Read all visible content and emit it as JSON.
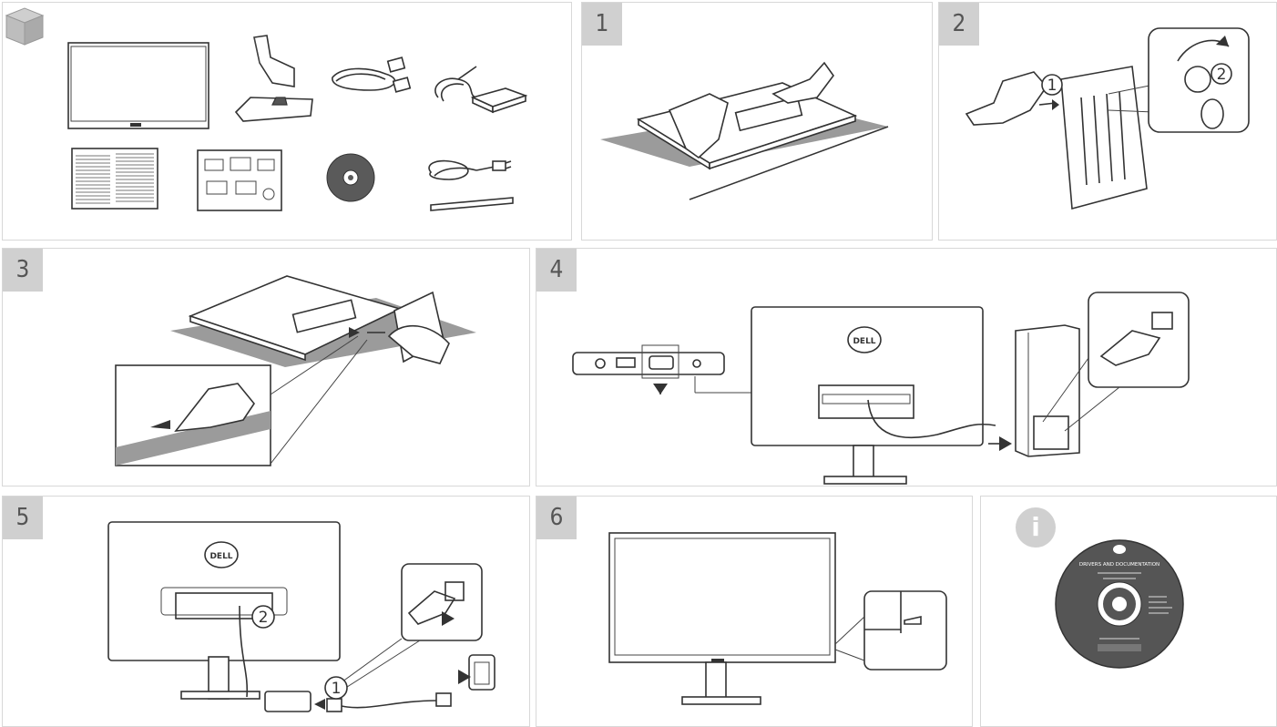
{
  "steps": {
    "box_icon": "box-icon",
    "s1": "1",
    "s2": "2",
    "s3": "3",
    "s4": "4",
    "s5": "5",
    "s6": "6",
    "info": "i"
  },
  "callouts": {
    "step2_one": "1",
    "step2_two": "2",
    "step5_one": "1",
    "step5_two": "2"
  },
  "logos": {
    "monitor_logo": "DELL"
  },
  "cd": {
    "title": "DRIVERS AND DOCUMENTATION"
  },
  "colors": {
    "badge_bg": "#d0d0d0",
    "badge_text": "#555555",
    "line": "#333333",
    "shadow": "#9b9b9b",
    "cd_disc": "#555555"
  }
}
